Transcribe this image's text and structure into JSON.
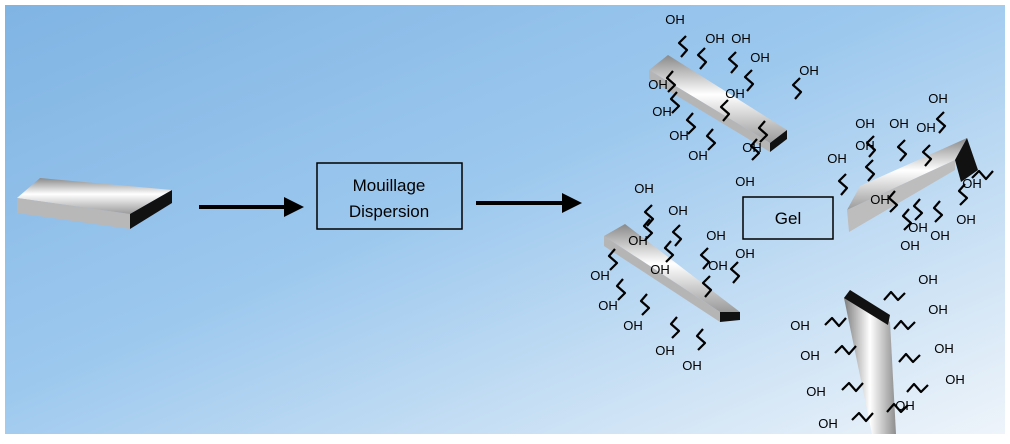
{
  "diagram": {
    "step_box": {
      "line1": "Mouillage",
      "line2": "Dispersion"
    },
    "gel_label": "Gel",
    "group_label": "OH"
  },
  "colors": {
    "background_top": "#8fc0ea",
    "background_bottom": "#e9f1f9",
    "arrow": "#000000",
    "platelet_edge": "#000000"
  }
}
